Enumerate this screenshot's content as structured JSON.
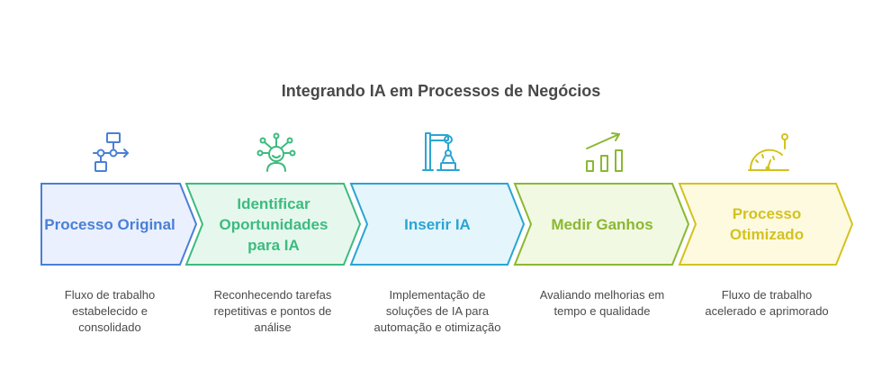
{
  "title": "Integrando IA em Processos de Negócios",
  "steps": [
    {
      "label": "Processo Original",
      "description": "Fluxo de trabalho estabelecido e consolidado",
      "icon": "flowchart-icon",
      "color": "#4a7fd6",
      "fill": "#eaf0fd"
    },
    {
      "label": "Identificar Oportunidades para IA",
      "description": "Reconhecendo tarefas repetitivas e pontos de análise",
      "icon": "network-person-icon",
      "color": "#3dbb7f",
      "fill": "#e6f8ee"
    },
    {
      "label": "Inserir IA",
      "description": "Implementação de soluções de IA para automação e otimização",
      "icon": "robot-arm-icon",
      "color": "#2aa5d2",
      "fill": "#e4f5fc"
    },
    {
      "label": "Medir Ganhos",
      "description": "Avaliando melhorias em tempo e qualidade",
      "icon": "growth-chart-icon",
      "color": "#8ab833",
      "fill": "#f2f9e2"
    },
    {
      "label": "Processo Otimizado",
      "description": "Fluxo de trabalho acelerado e aprimorado",
      "icon": "speedometer-icon",
      "color": "#d4c21e",
      "fill": "#fdfae0"
    }
  ]
}
